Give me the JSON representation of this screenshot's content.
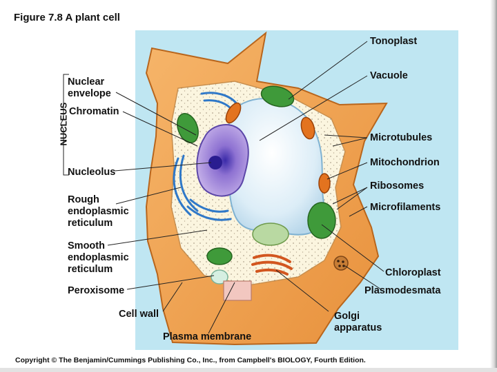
{
  "title": "Figure 7.8  A plant cell",
  "nucleus_group_label": "NUCLEUS",
  "labels": {
    "tonoplast": "Tonoplast",
    "vacuole": "Vacuole",
    "nuclear_envelope": [
      "Nuclear",
      "envelope"
    ],
    "chromatin": "Chromatin",
    "microtubules": "Microtubules",
    "mitochondrion": "Mitochondrion",
    "nucleolus": "Nucleolus",
    "ribosomes": "Ribosomes",
    "rough_er": [
      "Rough",
      "endoplasmic",
      "reticulum"
    ],
    "microfilaments": "Microfilaments",
    "smooth_er": [
      "Smooth",
      "endoplasmic",
      "reticulum"
    ],
    "chloroplast": "Chloroplast",
    "peroxisome": "Peroxisome",
    "plasmodesmata": "Plasmodesmata",
    "cell_wall": "Cell wall",
    "golgi": [
      "Golgi",
      "apparatus"
    ],
    "plasma_membrane": "Plasma membrane"
  },
  "copyright": "Copyright © The Benjamin/Cummings Publishing Co., Inc., from Campbell's BIOLOGY, Fourth Edition.",
  "colors": {
    "background_panel": "#bfe6f2",
    "cell_wall": "#f0a24c",
    "cytoplasm": "#fbf5df",
    "vacuole": "#d8ecf6",
    "nucleus": "#a98bd6",
    "chloroplast": "#3f9a3a",
    "mitochondrion": "#e3731f",
    "er": "#2f78c8"
  }
}
